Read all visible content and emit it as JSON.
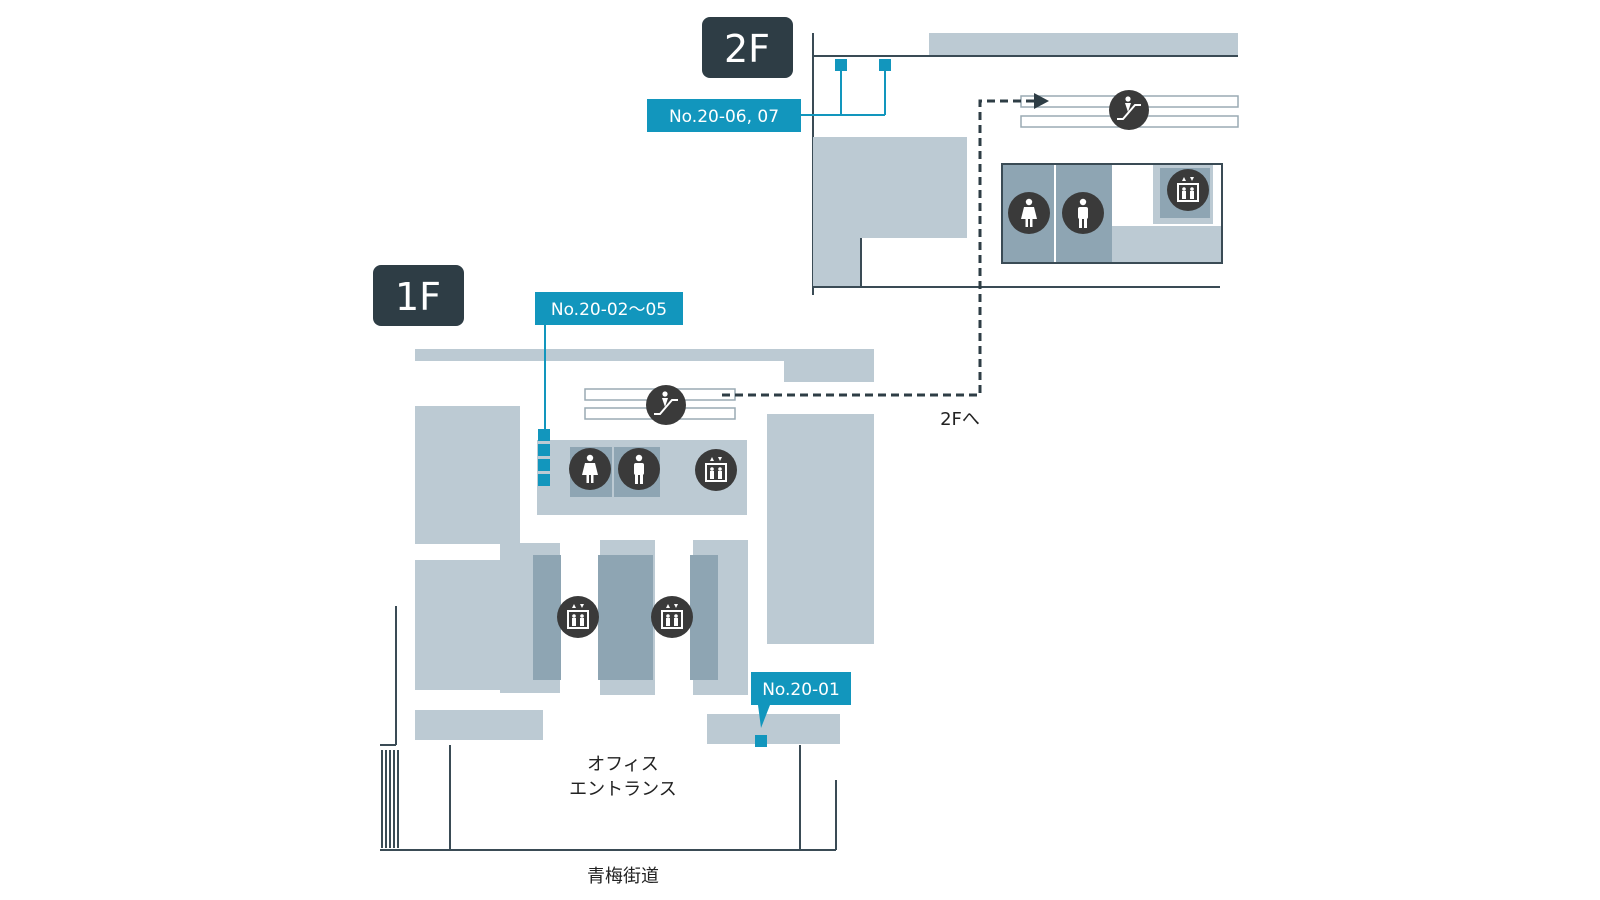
{
  "floors": {
    "second": {
      "label": "2F"
    },
    "first": {
      "label": "1F"
    }
  },
  "callouts": {
    "c2f": "No.20-06, 07",
    "c1f_upper": "No.20-02～05",
    "c1f_lower": "No.20-01"
  },
  "labels": {
    "to_2f": "2Fへ",
    "office_entrance_line1": "オフィス",
    "office_entrance_line2": "エントランス",
    "street": "青梅街道"
  },
  "icons": [
    "escalator-icon",
    "womens-restroom-icon",
    "mens-restroom-icon",
    "elevator-icon"
  ],
  "colors": {
    "room": "#bccad3",
    "room_dark": "#8ea5b3",
    "badge": "#2e3d45",
    "accent": "#1296bd",
    "icon": "#3a3a3a"
  }
}
